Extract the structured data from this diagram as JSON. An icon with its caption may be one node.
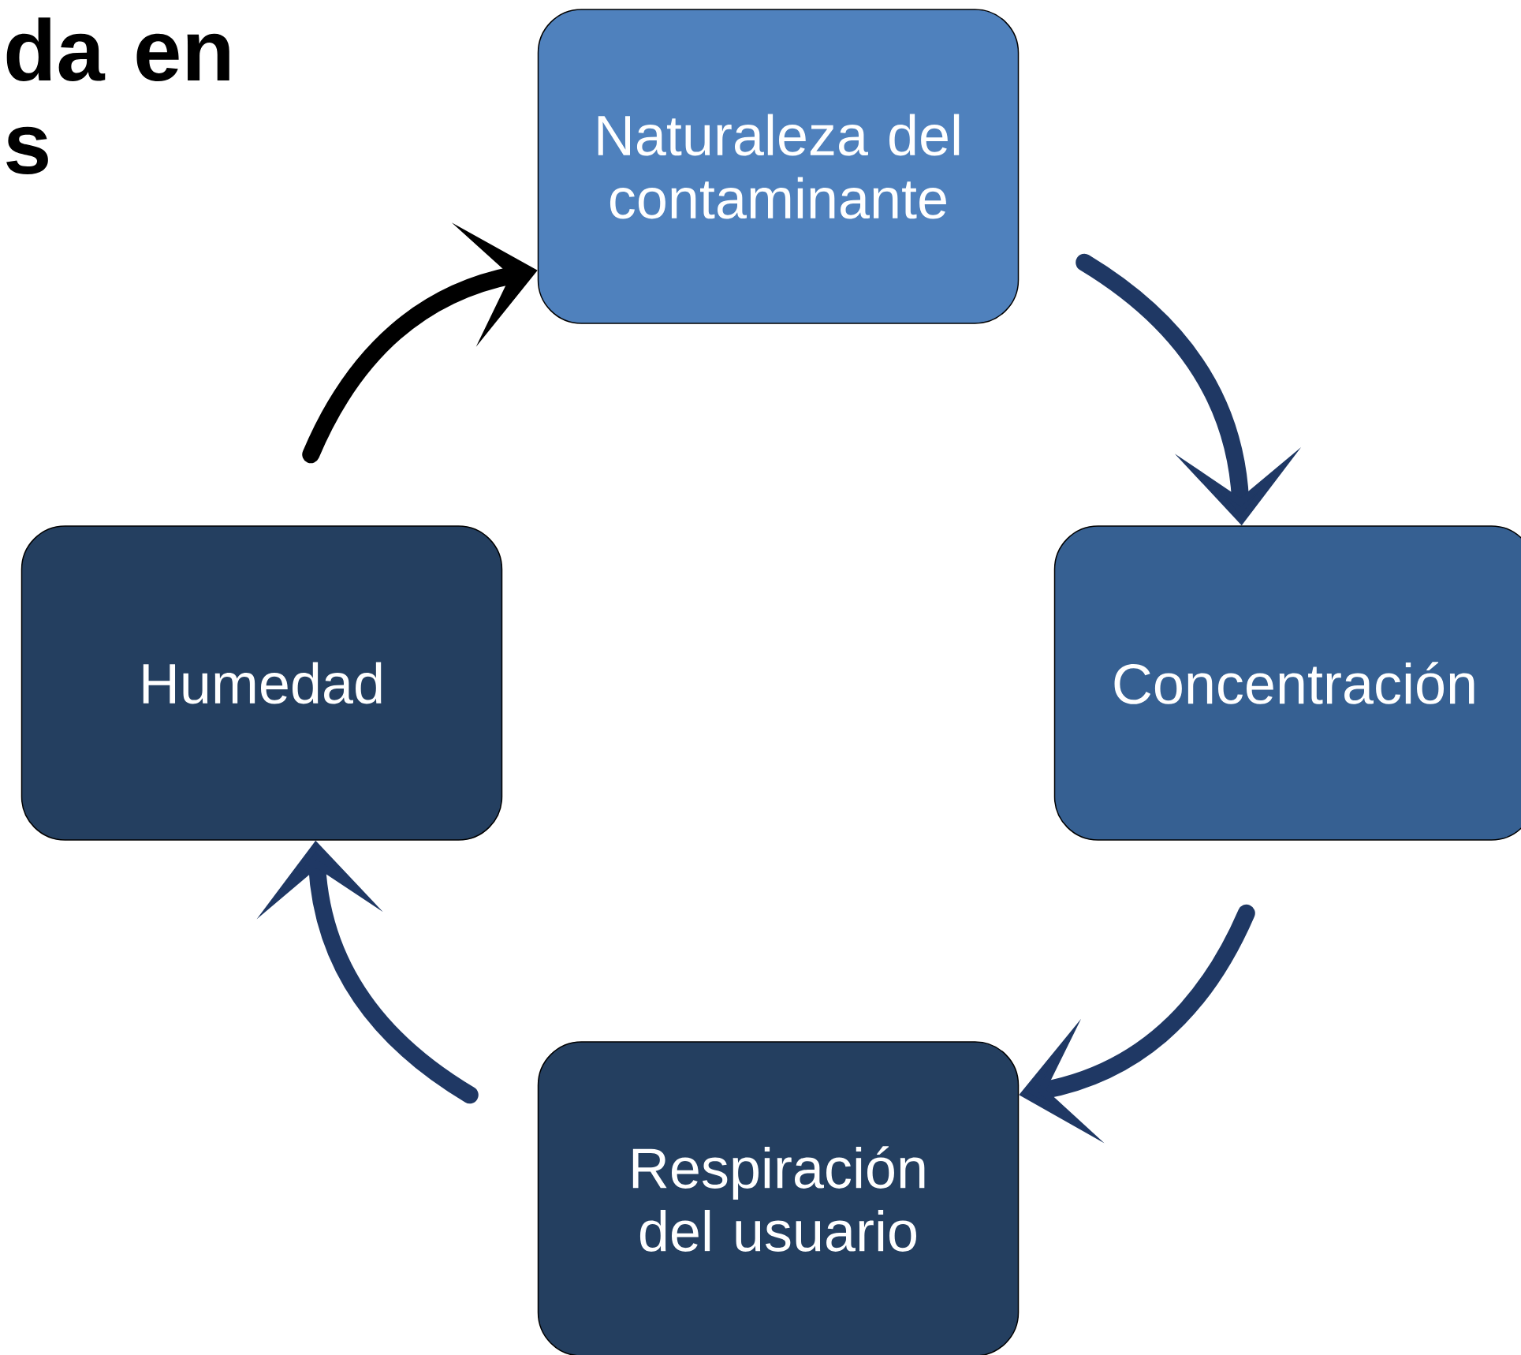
{
  "diagram": {
    "title": "da en s",
    "nodes": [
      {
        "text": [
          "Naturaleza del contaminante"
        ]
      },
      {
        "text": [
          "Concentración"
        ]
      },
      {
        "text": [
          "Respiración del usuario"
        ]
      },
      {
        "text": [
          "Humedad"
        ]
      }
    ],
    "edges": [
      {
        "from": 0,
        "to": 1,
        "arrow": "to"
      },
      {
        "from": 1,
        "to": 2,
        "arrow": "to"
      },
      {
        "from": 2,
        "to": 3,
        "arrow": "to"
      },
      {
        "from": 3,
        "to": 0,
        "arrow": "to",
        "color": "#000000"
      }
    ]
  }
}
